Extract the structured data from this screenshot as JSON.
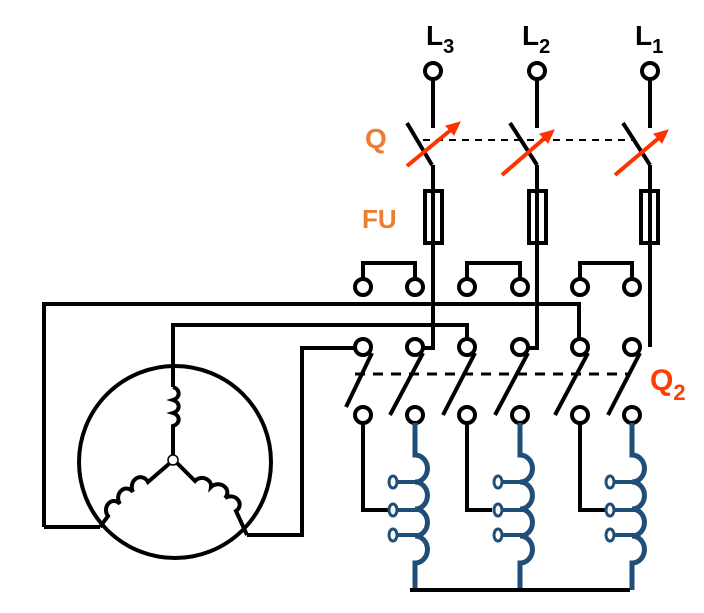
{
  "diagram": {
    "phase_labels": [
      {
        "main": "L",
        "sub": "3"
      },
      {
        "main": "L",
        "sub": "2"
      },
      {
        "main": "L",
        "sub": "1"
      }
    ],
    "breaker_label": "Q",
    "fuse_label": "FU",
    "switch_label": {
      "main": "Q",
      "sub": "2"
    },
    "colors": {
      "wire": "#000000",
      "autotransformer": "#1f4e79",
      "label_orange": "#ed7d31",
      "label_red": "#ff3d00",
      "trip_arrow": "#ff3300"
    }
  }
}
